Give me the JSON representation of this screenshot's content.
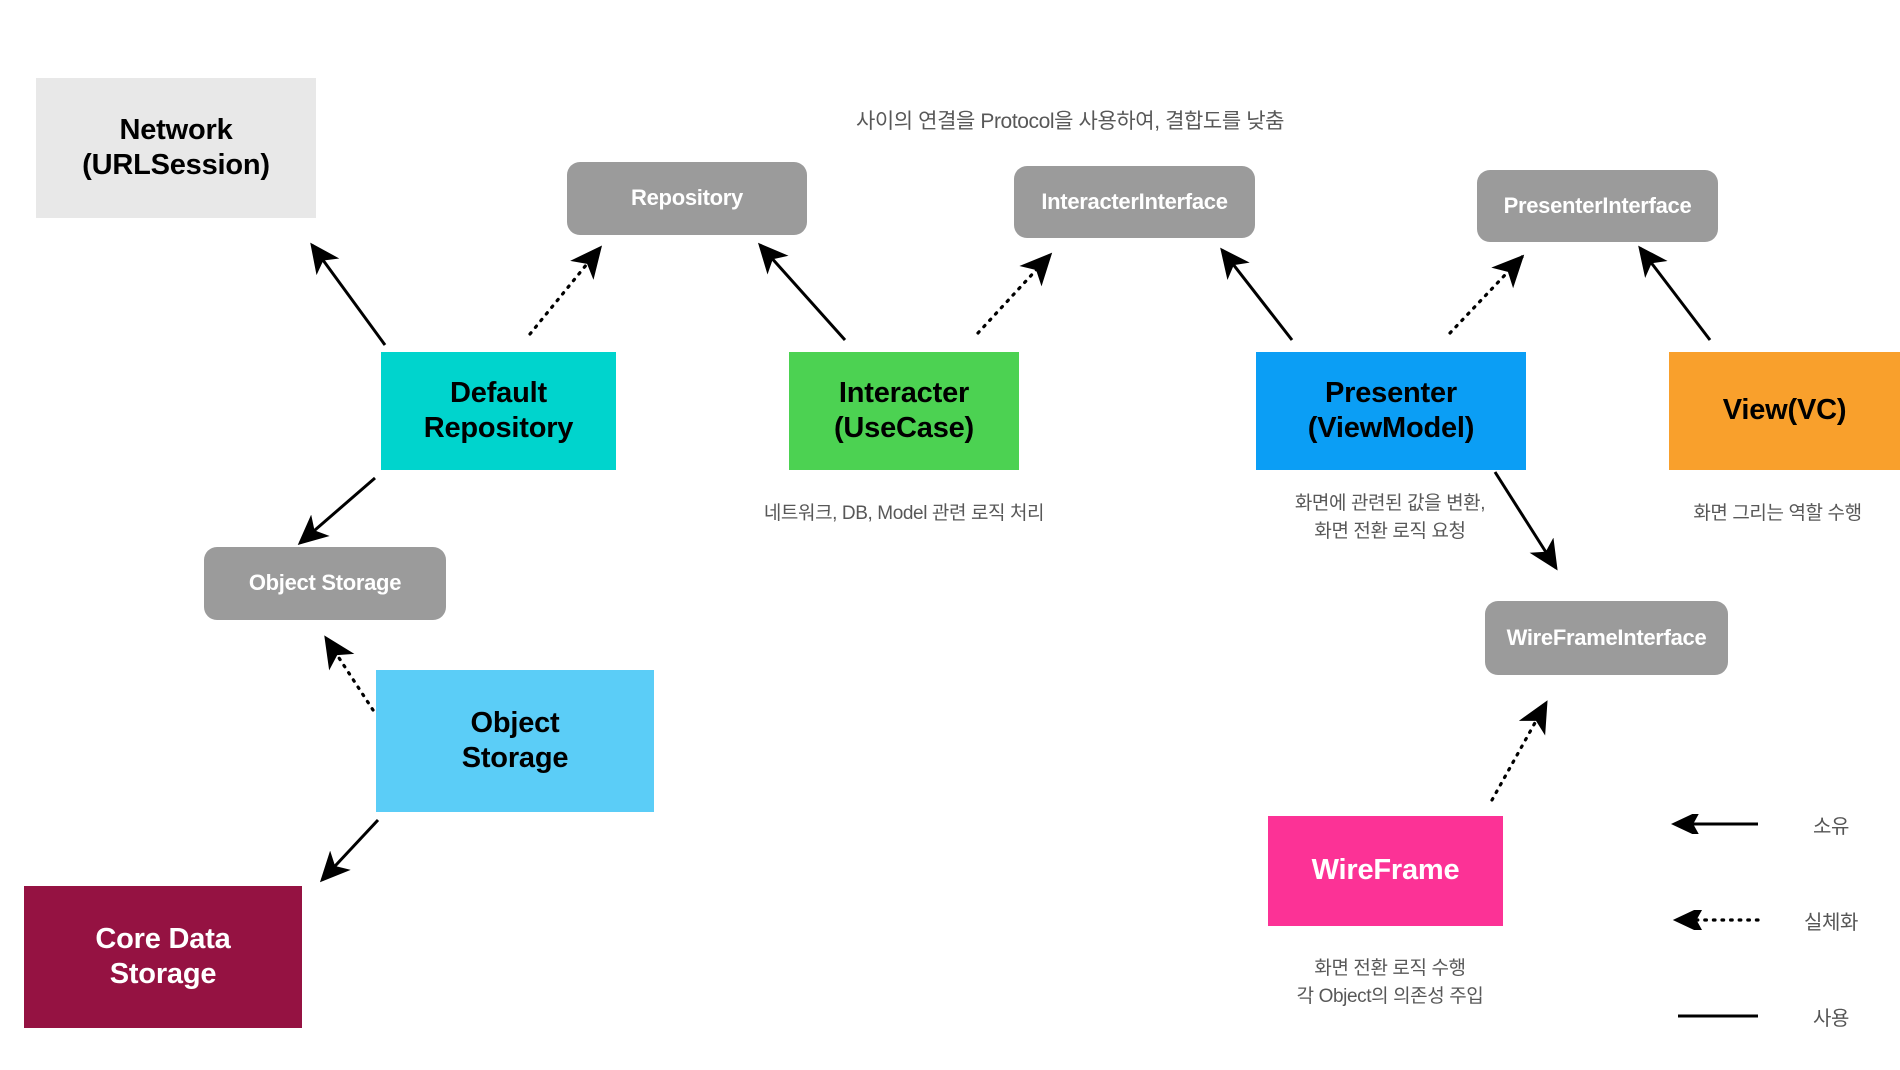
{
  "diagram": {
    "banner": "사이의 연결을 Protocol을 사용하여, 결합도를 낮춤",
    "nodes": {
      "network": {
        "label": "Network\n(URLSession)",
        "color": "#e8e8e8",
        "text_color": "#000000"
      },
      "repository_interface": {
        "label": "Repository",
        "color": "#9b9b9b",
        "text_color": "#ffffff"
      },
      "interacter_interface": {
        "label": "InteracterInterface",
        "color": "#9b9b9b",
        "text_color": "#ffffff"
      },
      "presenter_interface": {
        "label": "PresenterInterface",
        "color": "#9b9b9b",
        "text_color": "#ffffff"
      },
      "wireframe_interface": {
        "label": "WireFrameInterface",
        "color": "#9b9b9b",
        "text_color": "#ffffff"
      },
      "object_storage_interface": {
        "label": "Object Storage",
        "color": "#9b9b9b",
        "text_color": "#ffffff"
      },
      "default_repository": {
        "label": "Default\nRepository",
        "color": "#00d4cd",
        "text_color": "#000000"
      },
      "interacter": {
        "label": "Interacter\n(UseCase)",
        "color": "#4cd252",
        "text_color": "#000000"
      },
      "presenter": {
        "label": "Presenter\n(ViewModel)",
        "color": "#0b9ef5",
        "text_color": "#000000"
      },
      "view": {
        "label": "View(VC)",
        "color": "#f9a02c",
        "text_color": "#000000"
      },
      "object_storage": {
        "label": "Object\nStorage",
        "color": "#5bcdf7",
        "text_color": "#000000"
      },
      "core_data_storage": {
        "label": "Core Data\nStorage",
        "color": "#951242",
        "text_color": "#ffffff"
      },
      "wireframe": {
        "label": "WireFrame",
        "color": "#fc3296",
        "text_color": "#ffffff"
      }
    },
    "captions": {
      "interacter": "네트워크, DB, Model 관련 로직 처리",
      "presenter": "화면에 관련된 값을 변환,\n화면 전환 로직 요청",
      "view": "화면 그리는 역할 수행",
      "wireframe": "화면 전환 로직 수행\n각 Object의 의존성 주입"
    },
    "legend": {
      "items": [
        {
          "label": "소유",
          "style": "solid-arrow"
        },
        {
          "label": "실체화",
          "style": "dotted-arrow"
        },
        {
          "label": "사용",
          "style": "plain-line"
        }
      ]
    }
  }
}
